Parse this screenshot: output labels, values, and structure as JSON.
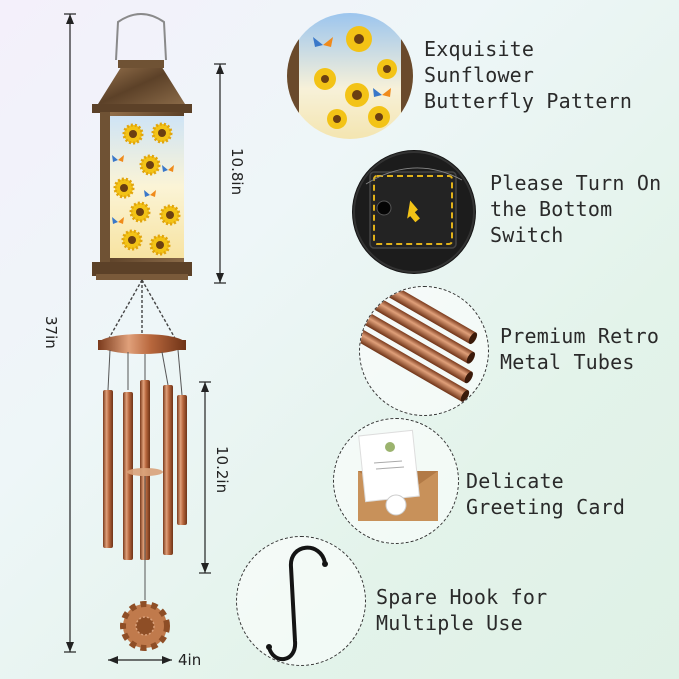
{
  "dimensions": {
    "overall_height": "37in",
    "lantern_height": "10.8in",
    "chime_height": "10.2in",
    "width": "4in"
  },
  "features": [
    {
      "line1": "Exquisite",
      "line2": "Sunflower",
      "line3": "Butterfly Pattern"
    },
    {
      "line1": "Please Turn On",
      "line2": "the Bottom",
      "line3": "Switch"
    },
    {
      "line1": "Premium Retro",
      "line2": "Metal Tubes"
    },
    {
      "line1": "Delicate",
      "line2": "Greeting Card"
    },
    {
      "line1": "Spare Hook for",
      "line2": "Multiple Use"
    }
  ],
  "colors": {
    "copper": "#b8673d",
    "bronze_frame": "#7a5a3a",
    "sunflower": "#f3c316",
    "background_start": "#f4f0fb",
    "background_end": "#dff1e6"
  },
  "icons": [
    "lantern-icon",
    "wind-chime-icon",
    "sunflower-icon",
    "butterfly-icon",
    "s-hook-icon",
    "envelope-icon"
  ]
}
